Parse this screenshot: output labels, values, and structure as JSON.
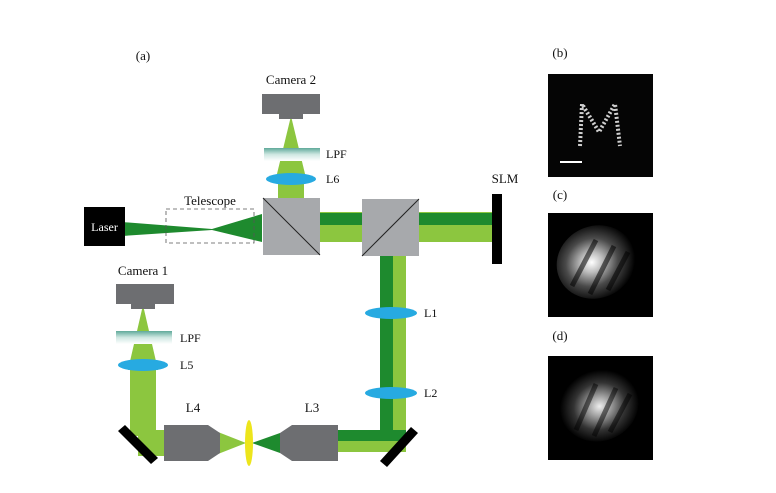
{
  "panel_labels": {
    "a": "(a)",
    "b": "(b)",
    "c": "(c)",
    "d": "(d)"
  },
  "components": {
    "laser": "Laser",
    "telescope": "Telescope",
    "camera1": "Camera 1",
    "camera2": "Camera 2",
    "slm": "SLM",
    "lpf_top": "LPF",
    "lpf_bottom": "LPF",
    "l1": "L1",
    "l2": "L2",
    "l3": "L3",
    "l4": "L4",
    "l5": "L5",
    "l6": "L6"
  },
  "colors": {
    "beam_dark": "#1e8a2e",
    "beam_light": "#8cc63f",
    "lens": "#27aae1",
    "device_gray": "#6d6e71",
    "cube_gray": "#a7a9ac",
    "filter_teal": "#7fbfb0",
    "mirror": "#111111",
    "sample_yellow": "#ede51c"
  }
}
